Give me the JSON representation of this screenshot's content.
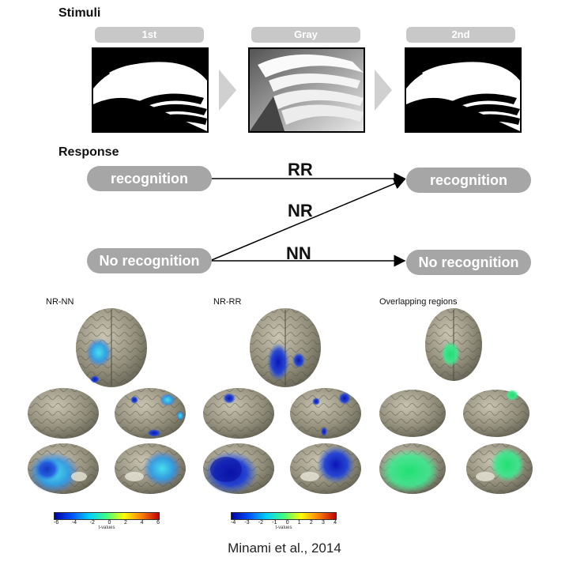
{
  "stimuli": {
    "heading": "Stimuli",
    "tabs": [
      "1st",
      "Gray",
      "2nd"
    ]
  },
  "response": {
    "heading": "Response",
    "left": [
      "recognition",
      "No recognition"
    ],
    "right": [
      "recognition",
      "No recognition"
    ],
    "paths": [
      "RR",
      "NR",
      "NN"
    ]
  },
  "brain": {
    "panels": [
      "NR-NN",
      "NR-RR",
      "Overlapping regions"
    ],
    "colorbar1": {
      "ticks": [
        "-6",
        "-4",
        "-2",
        "0",
        "2",
        "4",
        "6"
      ],
      "label": "t-values"
    },
    "colorbar2": {
      "ticks": [
        "-4",
        "-3",
        "-2",
        "-1",
        "0",
        "1",
        "2",
        "3",
        "4"
      ],
      "label": "t-values"
    },
    "colors": {
      "negative": "#1a3cc8",
      "positive": "#d01010",
      "overlap": "#2ee07a",
      "cortex": "#8e8a78"
    }
  },
  "citation": "Minami et al., 2014"
}
